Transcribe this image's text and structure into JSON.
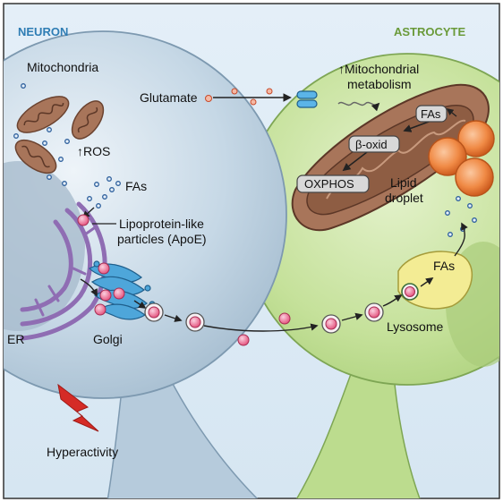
{
  "neuron": {
    "title": "NEURON",
    "mitochondria": "Mitochondria",
    "ros": "↑ROS",
    "fas": "FAs",
    "lipoprotein_line1": "Lipoprotein-like",
    "lipoprotein_line2": "particles (ApoE)",
    "golgi": "Golgi",
    "er": "ER",
    "hyperactivity": "Hyperactivity"
  },
  "astrocyte": {
    "title": "ASTROCYTE",
    "mito_metab_line1": "↑Mitochondrial",
    "mito_metab_line2": "metabolism",
    "fas_mito": "FAs",
    "beta_oxid": "β-oxid",
    "oxphos": "OXPHOS",
    "lipid_line1": "Lipid",
    "lipid_line2": "droplet",
    "fas_lysosome": "FAs",
    "lysosome": "Lysosome"
  },
  "transport": {
    "glutamate": "Glutamate"
  },
  "colors": {
    "background": "#dbe9f4",
    "neuron_fill": "#c3d6e4",
    "neuron_edge": "#7d99b0",
    "astrocyte_fill": "#c6e29c",
    "astrocyte_edge": "#7ea654",
    "neuron_title": "#2f7db4",
    "astrocyte_title": "#6a9a3a",
    "mitochondria": "#a8755a",
    "particle": "#e8557c",
    "golgi": "#4ea6da",
    "er": "#8f6db3",
    "lipid_droplet": "#e0621e",
    "lysosome": "#f3ec94",
    "hyperactivity": "#d52b26"
  }
}
